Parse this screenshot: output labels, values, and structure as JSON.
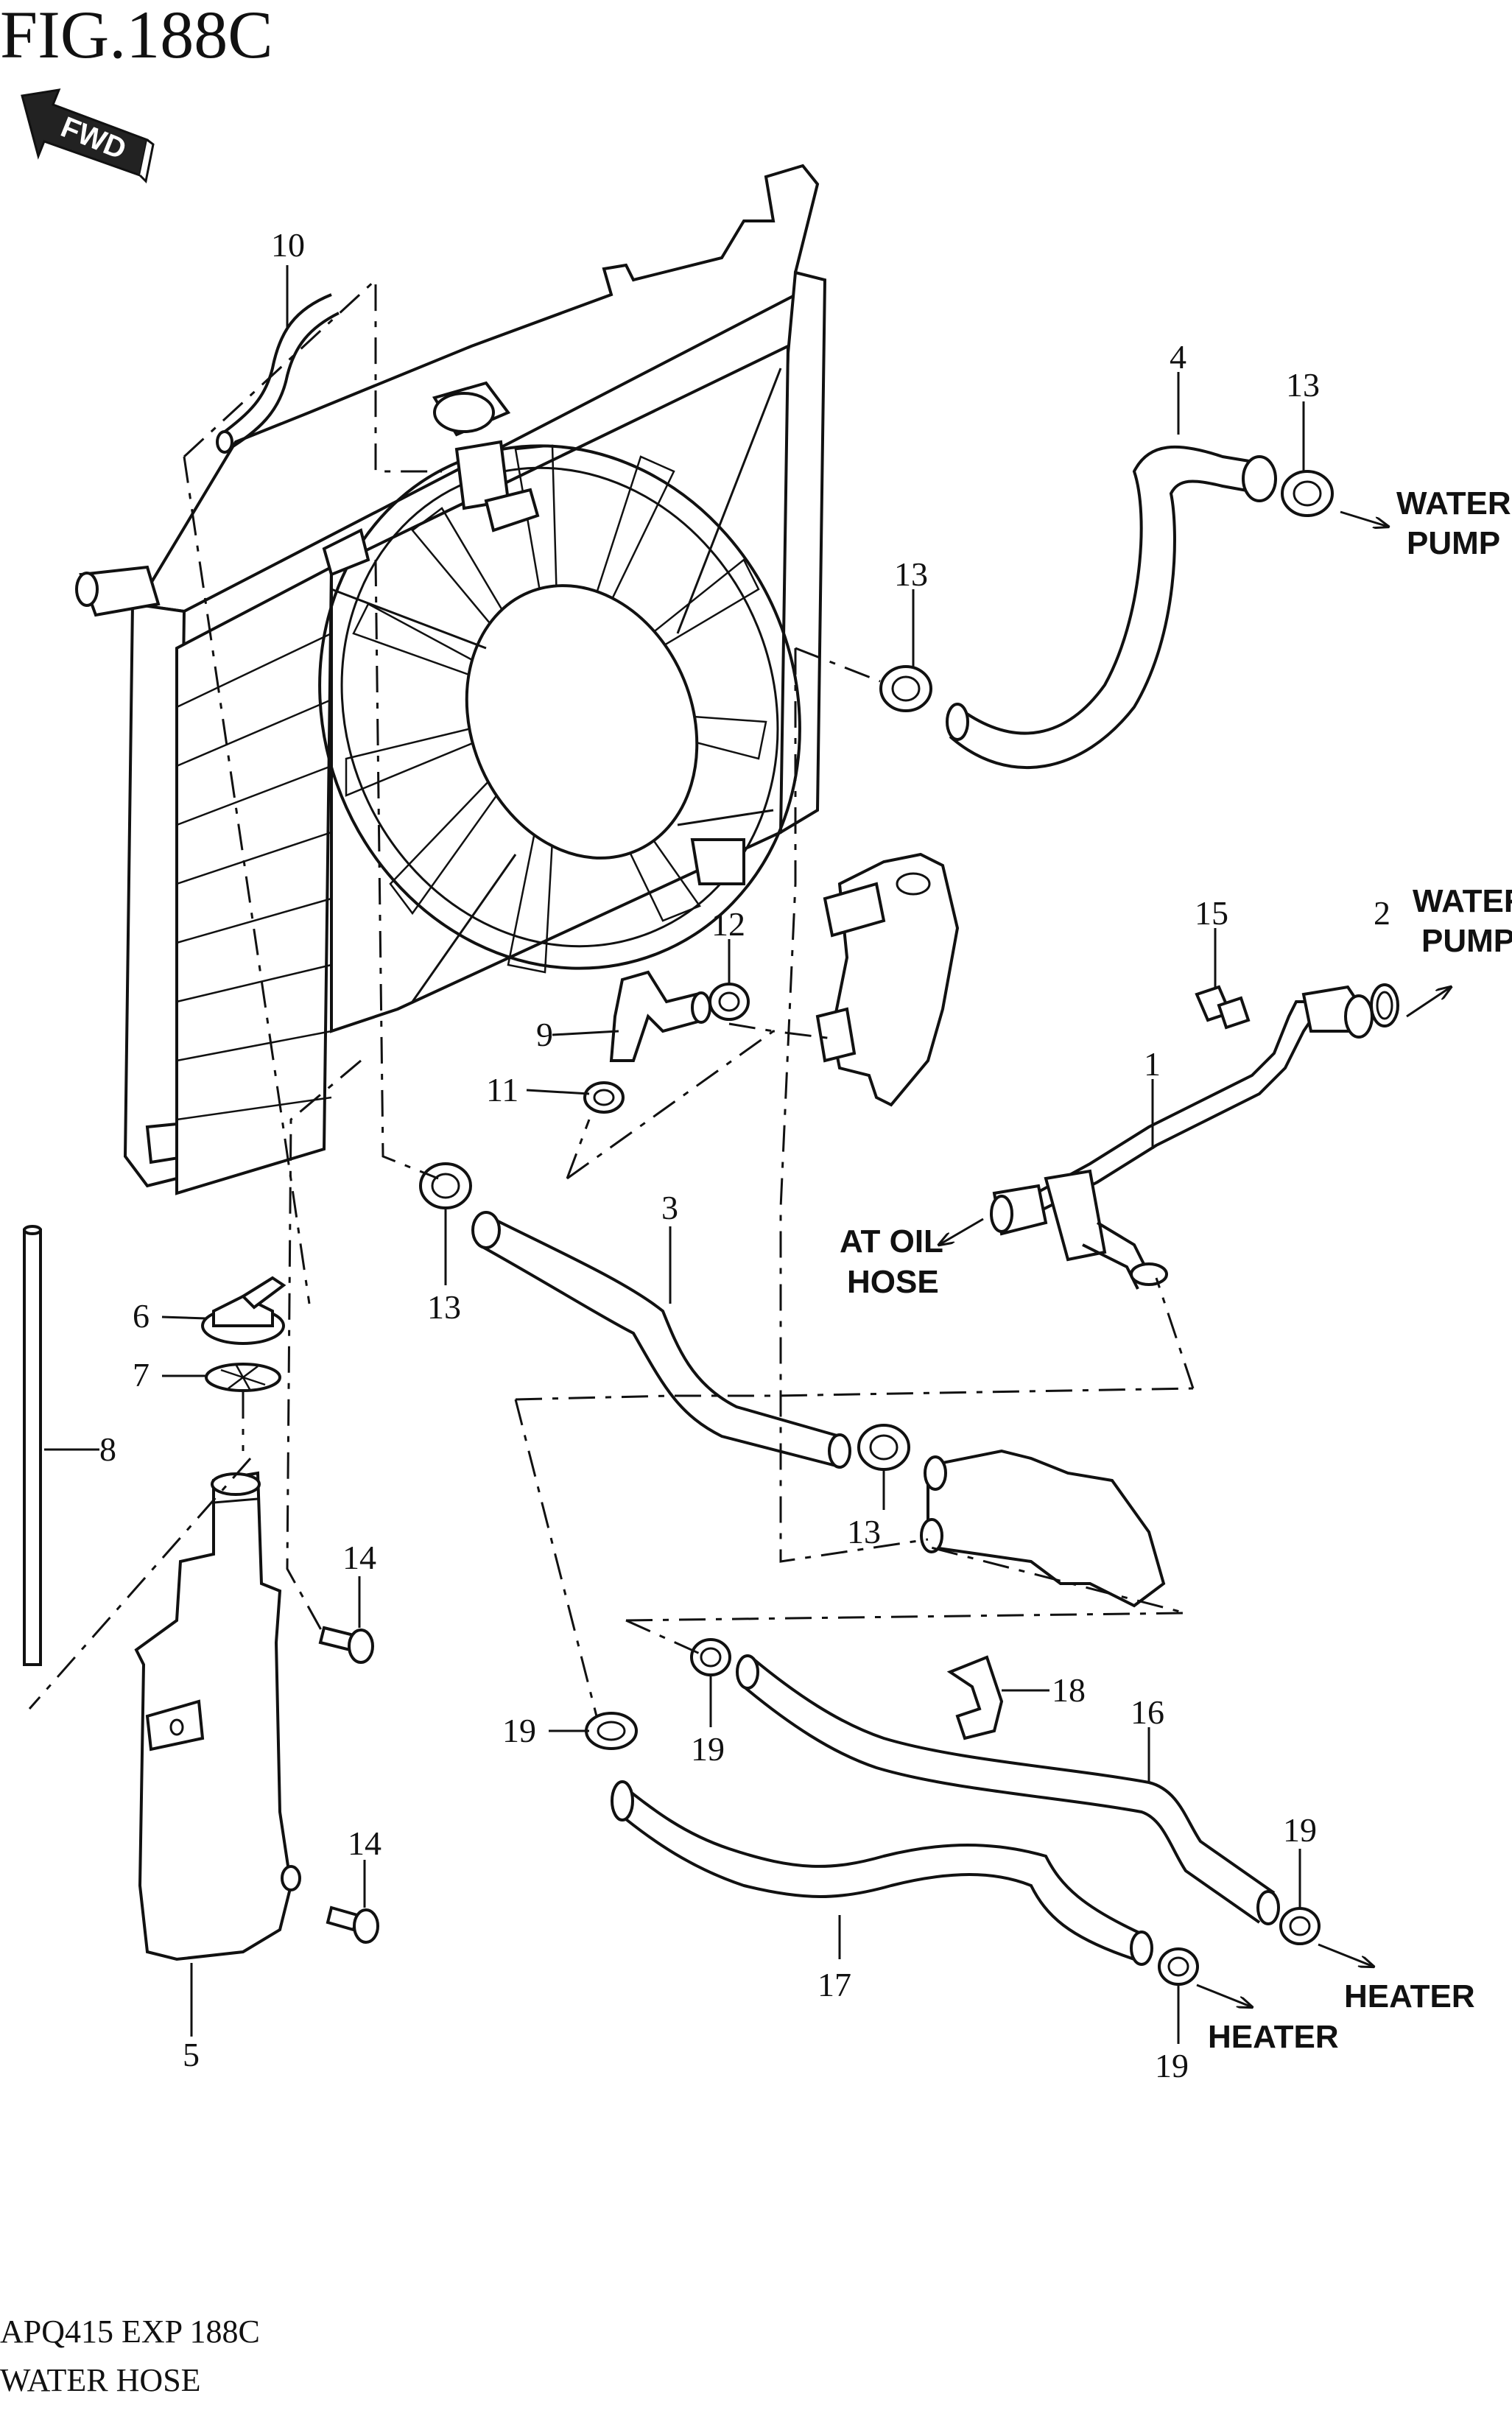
{
  "figure": {
    "title": "FIG.188C",
    "code": "APQ415 EXP 188C",
    "name": "WATER HOSE",
    "fwd_label": "FWD"
  },
  "destinations": {
    "water_pump_1_line1": "WATER",
    "water_pump_1_line2": "PUMP",
    "water_pump_2_line1": "WATER",
    "water_pump_2_line2": "PUMP",
    "at_oil_line1": "AT OIL",
    "at_oil_line2": "HOSE",
    "heater_1": "HEATER",
    "heater_2": "HEATER"
  },
  "callouts": [
    {
      "id": "c1",
      "number": "1"
    },
    {
      "id": "c2",
      "number": "2"
    },
    {
      "id": "c3",
      "number": "3"
    },
    {
      "id": "c4",
      "number": "4"
    },
    {
      "id": "c5",
      "number": "5"
    },
    {
      "id": "c6",
      "number": "6"
    },
    {
      "id": "c7",
      "number": "7"
    },
    {
      "id": "c8",
      "number": "8"
    },
    {
      "id": "c9",
      "number": "9"
    },
    {
      "id": "c10",
      "number": "10"
    },
    {
      "id": "c11",
      "number": "11"
    },
    {
      "id": "c12",
      "number": "12"
    },
    {
      "id": "c13a",
      "number": "13"
    },
    {
      "id": "c13b",
      "number": "13"
    },
    {
      "id": "c13c",
      "number": "13"
    },
    {
      "id": "c13d",
      "number": "13"
    },
    {
      "id": "c14a",
      "number": "14"
    },
    {
      "id": "c14b",
      "number": "14"
    },
    {
      "id": "c15",
      "number": "15"
    },
    {
      "id": "c16",
      "number": "16"
    },
    {
      "id": "c17",
      "number": "17"
    },
    {
      "id": "c18",
      "number": "18"
    },
    {
      "id": "c19a",
      "number": "19"
    },
    {
      "id": "c19b",
      "number": "19"
    },
    {
      "id": "c19c",
      "number": "19"
    },
    {
      "id": "c19d",
      "number": "19"
    }
  ]
}
